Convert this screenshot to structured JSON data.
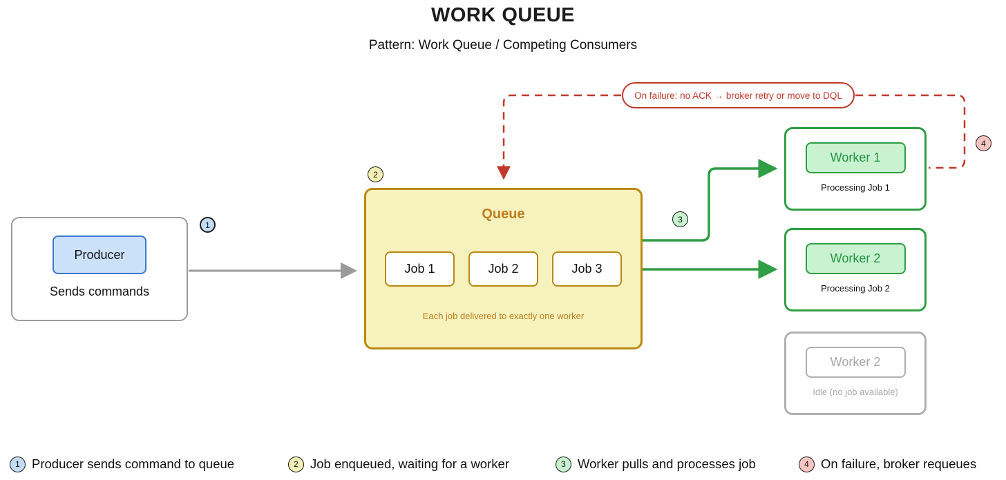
{
  "title": "WORK QUEUE",
  "subtitle": "Pattern: Work Queue / Competing Consumers",
  "failure_note": "On failure: no ACK → broker retry or move to DQL",
  "producer": {
    "label": "Producer",
    "caption": "Sends commands"
  },
  "queue": {
    "title": "Queue",
    "jobs": [
      "Job 1",
      "Job 2",
      "Job 3"
    ],
    "caption": "Each job delivered to exactly one worker"
  },
  "workers": [
    {
      "label": "Worker 1",
      "status": "Processing Job 1",
      "state": "active"
    },
    {
      "label": "Worker 2",
      "status": "Processing Job 2",
      "state": "active"
    },
    {
      "label": "Worker 2",
      "status": "Idle (no job available)",
      "state": "idle"
    }
  ],
  "steps": [
    {
      "num": "1",
      "fill": "#c3dcf5",
      "text": "Producer sends command to queue"
    },
    {
      "num": "2",
      "fill": "#f2efb5",
      "text": "Job enqueued, waiting for a worker"
    },
    {
      "num": "3",
      "fill": "#c8f2cf",
      "text": "Worker pulls and processes job"
    },
    {
      "num": "4",
      "fill": "#f6c4c2",
      "text": "On failure, broker requeues"
    }
  ],
  "colors": {
    "failure_red": "#c0392b",
    "worker_green": "#2f9e44",
    "worker_green_fill": "#c9f2d0",
    "queue_border_orange": "#bc8712",
    "queue_text_orange": "#c07d1d",
    "queue_fill_yellow": "#f6f2bd",
    "producer_blue": "#4077cc",
    "producer_blue_fill": "#cbe0f9",
    "connector_gray": "#9a9a9a",
    "idle_gray": "#b0b0b0"
  }
}
